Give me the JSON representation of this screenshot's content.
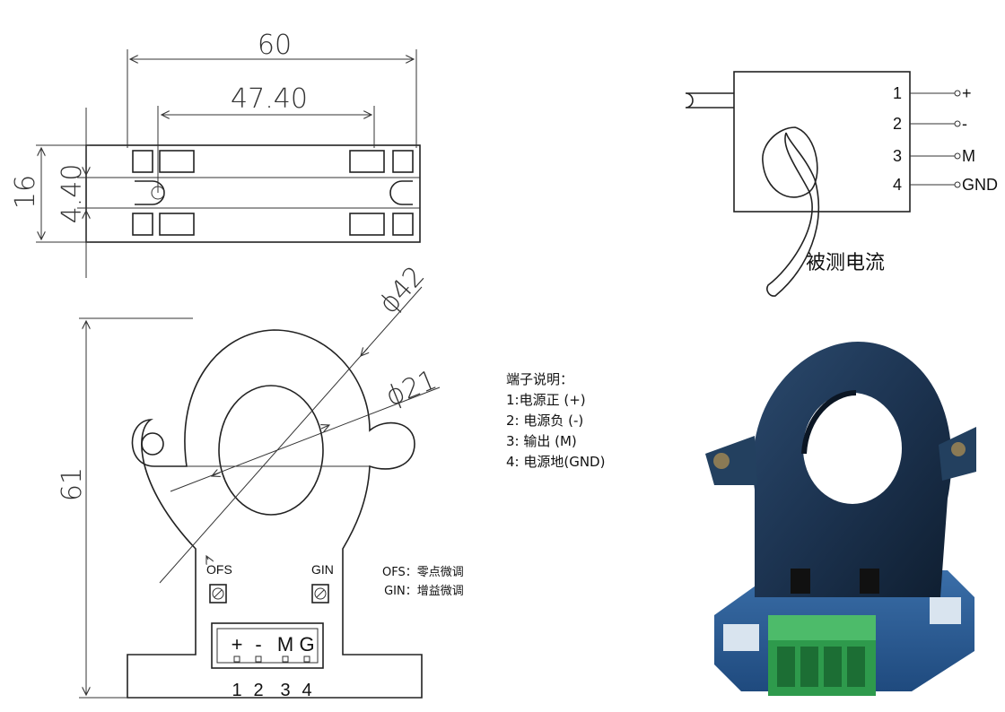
{
  "dimensions": {
    "width_total": "60",
    "width_holes": "47.40",
    "height_side": "16",
    "height_slot": "4.40",
    "diameter_outer": "ϕ42",
    "diameter_inner": "ϕ21",
    "height_front": "61"
  },
  "front_view": {
    "ofs_label": "OFS",
    "gin_label": "GIN",
    "terminal_header": [
      "+",
      "-",
      "M",
      "G"
    ],
    "pin_numbers": [
      "1",
      "2",
      "3",
      "4"
    ]
  },
  "adjust_notes": {
    "ofs": "OFS：零点微调",
    "gin": "GIN：增益微调"
  },
  "terminal_legend": {
    "title": "端子说明：",
    "items": [
      "1:电源正 (+)",
      "2: 电源负 (-)",
      "3: 输出 (M)",
      "4: 电源地(GND)"
    ]
  },
  "wiring": {
    "pins": [
      {
        "number": "1",
        "signal": "+"
      },
      {
        "number": "2",
        "signal": "-"
      },
      {
        "number": "3",
        "signal": "M"
      },
      {
        "number": "4",
        "signal": "GND"
      }
    ],
    "current_label": "被测电流"
  },
  "colors": {
    "sensor_body": "#1f3550",
    "terminal_block": "#2e9a4c",
    "line": "#222222"
  }
}
